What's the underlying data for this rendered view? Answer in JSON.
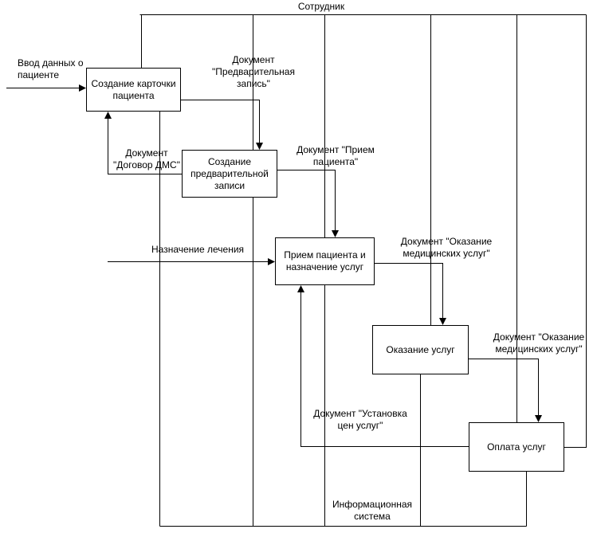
{
  "diagram": {
    "top_actor": {
      "label": "Сотрудник"
    },
    "bottom_actor": {
      "label": "Информационная система"
    },
    "nodes": {
      "create_card": {
        "label": "Создание карточки пациента"
      },
      "create_prelim_record": {
        "label": "Создание предварительной записи"
      },
      "patient_reception": {
        "label": "Прием пациента и назначение услуг"
      },
      "service_provision": {
        "label": "Оказание услуг"
      },
      "service_payment": {
        "label": "Оплата услуг"
      }
    },
    "edges": {
      "patient_data_input": {
        "label": "Ввод данных о пациенте"
      },
      "prelim_record_doc": {
        "label": "Документ \"Предварительная запись\""
      },
      "dms_contract_doc": {
        "label": "Документ \"Договор ДМС\""
      },
      "patient_reception_doc": {
        "label": "Документ \"Прием пациента\""
      },
      "treatment_assignment": {
        "label": "Назначение лечения"
      },
      "medical_services_doc_1": {
        "label": "Документ \"Оказание медицинских услуг\""
      },
      "medical_services_doc_2": {
        "label": "Документ \"Оказание медицинских услуг\""
      },
      "service_prices_doc": {
        "label": "Документ \"Установка цен услуг\""
      }
    },
    "colors": {
      "line": "#000000",
      "node_fill": "#ffffff",
      "background": "#ffffff"
    }
  }
}
